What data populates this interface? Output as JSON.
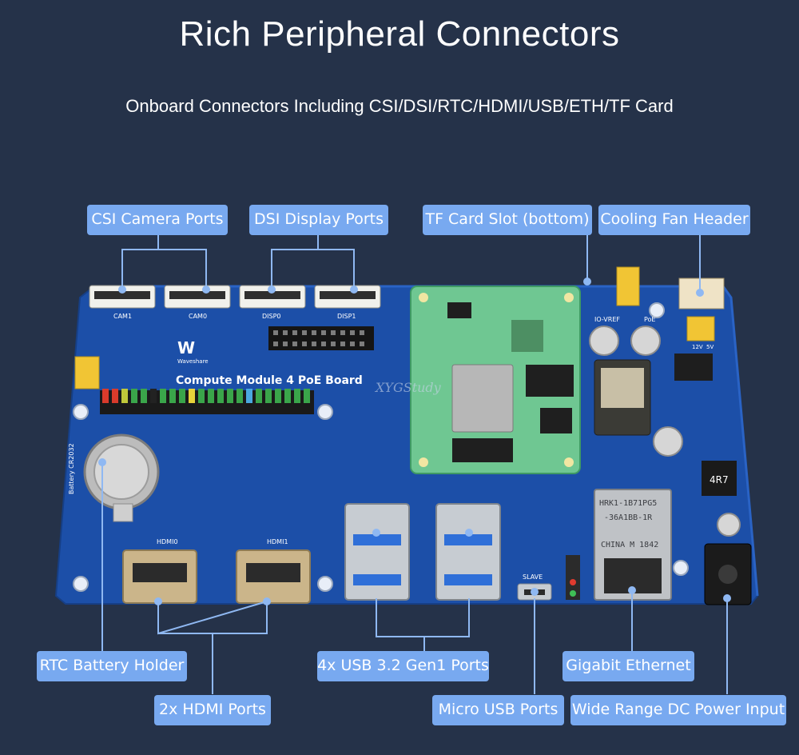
{
  "header": {
    "title": "Rich Peripheral Connectors",
    "subtitle": "Onboard Connectors Including CSI/DSI/RTC/HDMI/USB/ETH/TF Card"
  },
  "colors": {
    "background": "#253249",
    "label_fill": "#78a9f0",
    "pcb": "#1c4fa8",
    "line": "#8fb8f2"
  },
  "callouts": {
    "csi": "CSI Camera Ports",
    "dsi": "DSI Display Ports",
    "tf": "TF Card Slot (bottom)",
    "fan": "Cooling Fan Header",
    "rtc": "RTC Battery Holder",
    "hdmi": "2x HDMI Ports",
    "usb": "4x USB 3.2 Gen1 Ports",
    "microusb": "Micro USB Ports",
    "eth": "Gigabit Ethernet",
    "dc": "Wide Range DC Power Input"
  },
  "board": {
    "name": "Compute Module 4 PoE Board",
    "brand": "Waveshare",
    "cam1": "CAM1",
    "cam0": "CAM0",
    "disp0": "DISP0",
    "disp1": "DISP1",
    "ioref": "IO-VREF",
    "poe": "PoE",
    "v12": "12V",
    "v5": "5V",
    "battery": "Battery CR2032",
    "hdmi0": "HDMI0",
    "hdmi1": "HDMI1",
    "slave": "SLAVE",
    "inductor": "4R7",
    "rj45_line1": "HRK1-1B71PG5",
    "rj45_line2": "-36A1BB-1R",
    "rj45_line3": "CHINA  M 1842",
    "watermark": "XYGStudy"
  }
}
